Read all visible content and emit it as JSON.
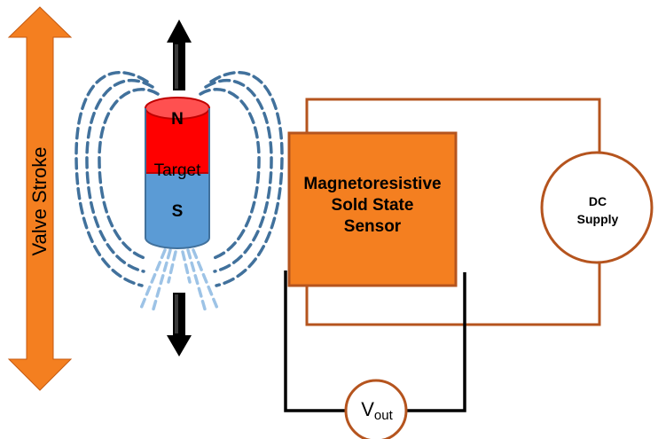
{
  "diagram": {
    "valve_stroke_label": "Valve Stroke",
    "magnet": {
      "north_label": "N",
      "target_label": "Target",
      "south_label": "S"
    },
    "sensor_label": "Magnetoresistive\nSold State\nSensor",
    "dc_supply_label": "DC\nSupply",
    "vout": {
      "base": "V",
      "subscript": "out"
    }
  },
  "colors": {
    "stroke_arrow": "#f47f20",
    "sensor_fill": "#f47f20",
    "sensor_border": "#b5541e",
    "magnet_north": "#ff0000",
    "magnet_south": "#5b9bd5",
    "field_lines": "#41719c",
    "field_lines_light": "#9dc3e6",
    "power_wire": "#b5541e",
    "output_wire": "#000000",
    "motion_arrow": "#000000"
  }
}
